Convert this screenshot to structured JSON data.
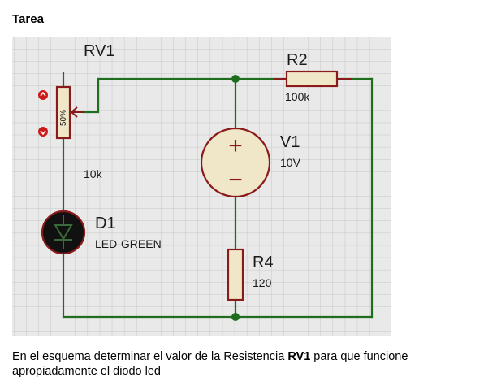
{
  "title": "Tarea",
  "schematic": {
    "components": {
      "rv1": {
        "name": "RV1",
        "value": "10k",
        "wiper": "50%"
      },
      "r2": {
        "name": "R2",
        "value": "100k"
      },
      "v1": {
        "name": "V1",
        "value": "10V",
        "plus": "+",
        "minus": "−"
      },
      "d1": {
        "name": "D1",
        "value": "LED-GREEN"
      },
      "r4": {
        "name": "R4",
        "value": "120"
      }
    },
    "colors": {
      "wire": "#1e6e1e",
      "component_outline": "#8b1a1a",
      "component_fill": "#f0e6c8",
      "led_fill": "#111111",
      "pin_marker": "#cc1a1a",
      "grid_background": "#e9e9e9",
      "grid_line": "#c6c6c6"
    }
  },
  "question": {
    "before": "En el esquema determinar el valor de la Resistencia ",
    "bold": "RV1",
    "after": " para que funcione apropiadamente el diodo led"
  }
}
